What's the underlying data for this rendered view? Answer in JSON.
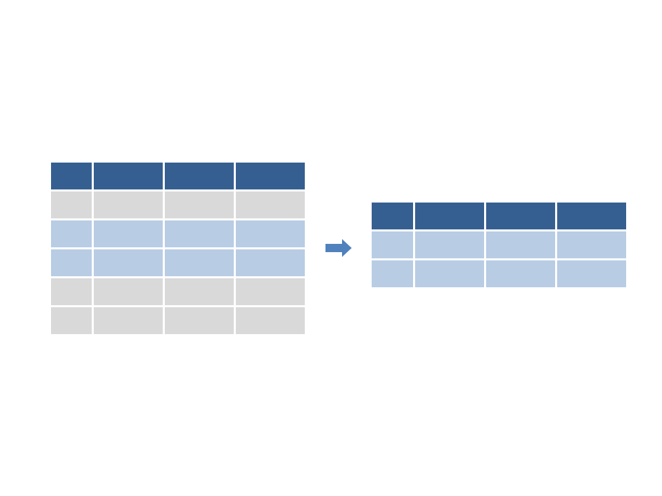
{
  "colors": {
    "header": "#365f91",
    "highlight": "#b8cce4",
    "plain": "#d9d9d9",
    "arrow": "#4f81bd"
  },
  "source_table": {
    "columns": 4,
    "rows": [
      "header",
      "plain",
      "highlight",
      "highlight",
      "plain",
      "plain"
    ]
  },
  "result_table": {
    "columns": 4,
    "rows": [
      "header",
      "highlight",
      "highlight"
    ]
  },
  "arrow": {
    "icon": "right-arrow-icon",
    "direction": "right"
  }
}
